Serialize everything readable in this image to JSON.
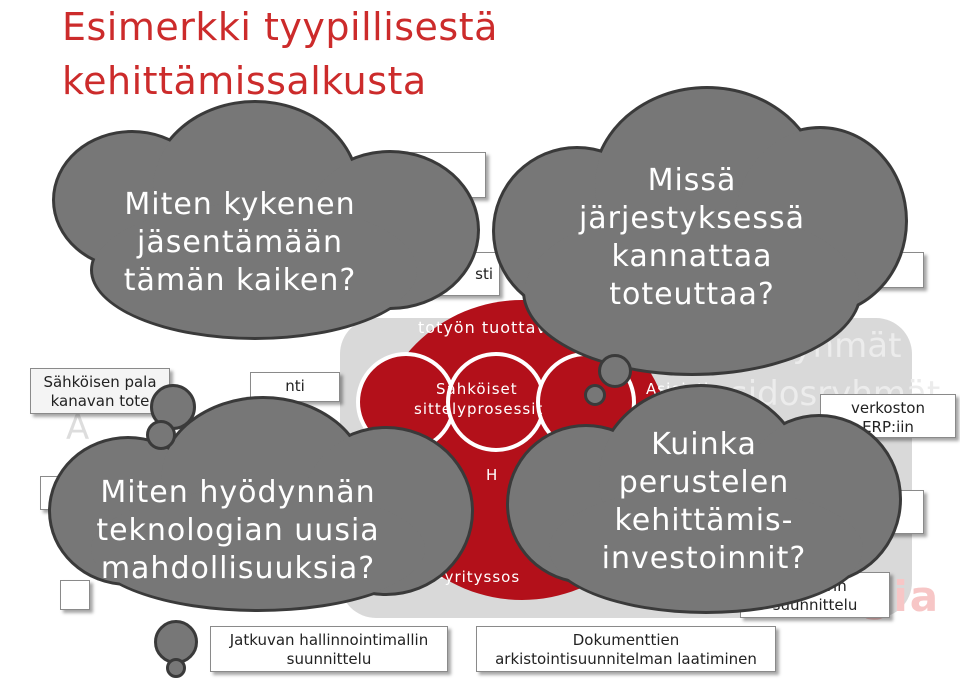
{
  "title": {
    "line1": "Esimerkki tyypillisestä",
    "line2": "kehittämissalkusta"
  },
  "background": {
    "right_word_1": "osryhmät",
    "right_word_2": "sidosryhmät",
    "left_letter": "A",
    "brand": "Digia"
  },
  "center": {
    "top_arc": "totyön tuottav",
    "process_label_1": "Sähköiset",
    "process_label_2": "sittelyprosessit",
    "asiointi": "Asiointi",
    "band_mid": "H",
    "band_bottom": ".0 –yrityssos"
  },
  "boxes": {
    "left_channel_1": "Sähköisen pala",
    "left_channel_2": "kanavan tote",
    "left_mid": "nti",
    "top_partial": "sti",
    "right_network_1": "verkoston",
    "right_network_2": "ERP:iin",
    "bottom_left_1": "Jatkuvan hallinnointimallin",
    "bottom_left_2": "suunnittelu",
    "bottom_mid_1": "Dokumenttien",
    "bottom_mid_2": "arkistointisuunnitelman laatiminen",
    "bottom_right_1": "ehtuurin",
    "bottom_right_2": "suunnittelu"
  },
  "clouds": {
    "q1": [
      "Miten kykenen",
      "jäsentämään",
      "tämän kaiken?"
    ],
    "q2": [
      "Missä",
      "järjestyksessä",
      "kannattaa",
      "toteuttaa?"
    ],
    "q3": [
      "Miten hyödynnän",
      "teknologian uusia",
      "mahdollisuuksia?"
    ],
    "q4": [
      "Kuinka",
      "perustelen",
      "kehittämis-",
      "investoinnit?"
    ]
  }
}
